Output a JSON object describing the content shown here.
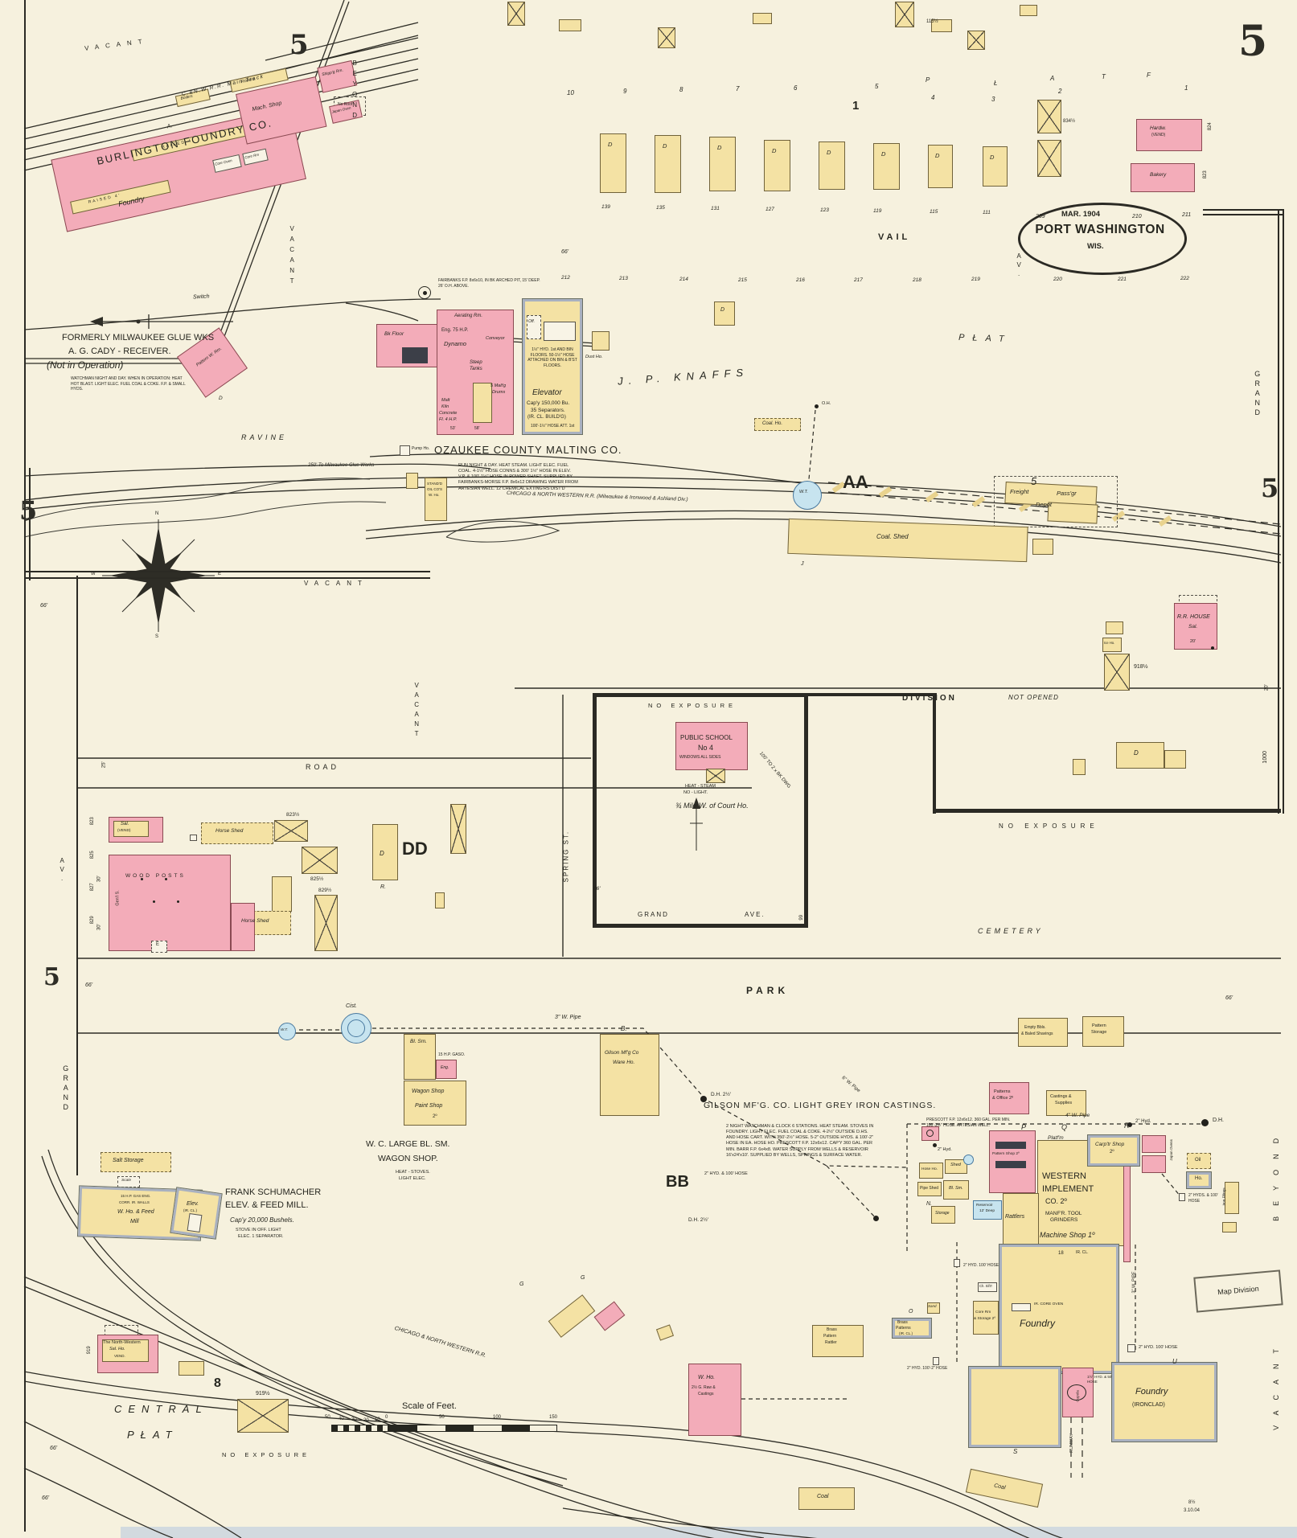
{
  "sheet": {
    "number": "5",
    "page_note": "8½",
    "date_note": "3.10.04"
  },
  "title": {
    "num_left": "209",
    "date": "MAR. 1904",
    "num_right": "210",
    "num_far": "211",
    "city": "PORT WASHINGTON",
    "state": "WIS."
  },
  "compass": {
    "n": "N",
    "e": "E",
    "s": "S",
    "w": "W"
  },
  "streets": {
    "vail": "VAIL",
    "division": "DIVISION",
    "not_opened": "NOT OPENED",
    "road": "ROAD",
    "park": "PARK",
    "spring": "SPRING ST.",
    "grand": "GRAND",
    "ave": "AVE.",
    "av": "AV.",
    "ravine": "RAVINE",
    "cemetery": "CEMETERY",
    "vacant": "VACANT",
    "beyond": "BEYOND",
    "no_exposure": "NO EXPOSURE"
  },
  "dims": {
    "d66": "66'",
    "d25": "25'",
    "d30": "30'",
    "d20": "20'",
    "d99": "99",
    "d1000": "1000"
  },
  "rr": {
    "main_track": "C.&N.W.R.R. Main Track",
    "switch": "Switch",
    "cnw_mid": "CHICAGO & NORTH WESTERN R.R. (Milwaukee & Ironwood & Ashland Div.)",
    "cnw_bottom": "CHICAGO & NORTH WESTERN R.R.",
    "to_glue": "250' To Milwaukee Glue Works",
    "aa": "AA",
    "bb": "BB",
    "dd": "DD",
    "wt": "W.T.",
    "cist": "Cist.",
    "freight": "Freight",
    "passgr": "Pass'gr",
    "depot": "Depot",
    "coal_shed": "Coal. Shed",
    "j": "J",
    "oh": "O.H.",
    "dh": "D.H.",
    "dh25": "D.H. 2½'"
  },
  "burlington": {
    "name": "BURLINGTON FOUNDRY CO.",
    "foundry": "Foundry",
    "a": "A.",
    "mach": "Mach. Shop",
    "rollers": "Rollers",
    "boilers": "Boilers",
    "shippg": "Shipp'g Rm.",
    "japan": "Japan Oven",
    "core_oven": "Core Oven",
    "core_rm": "Core Rm",
    "raised": "RAISED 4'",
    "no_roof": "No Roof"
  },
  "glue": {
    "l1": "FORMERLY MILWAUKEE GLUE WKS",
    "l2": "A. G. CADY - RECEIVER.",
    "l3": "(Not in Operation)",
    "note": "WATCHMAN NIGHT AND DAY. WHEN IN OPERATION: HEAT HOT BLAST. LIGHT ELEC. FUEL COAL & COKE. F.P. & SMALL HYDS.",
    "pattern": "Pattern W. Rm.",
    "d": "D"
  },
  "malting": {
    "name": "OZAUKEE COUNTY MALTING CO.",
    "note": "RUN NIGHT & DAY. HEAT STEAM. LIGHT ELEC. FUEL COAL. 4-1½\" HOSE CONNS & 300' 1½\" HOSE IN ELEV. V.P. & 100'-1½\" HOSE IN POWER SHAFT. SUPPLIED BY FAIRBANKS-MORSE F.P. 8x6x12 DRAWING WATER FROM ARTESIAN WELL. 12 CHEMICAL EXTING'RS DIST'D",
    "fairbanks": "FAIRBANKS F.P. 8x6x10, IN BK ARCHED PIT, 15' DEEP. 26' O.H. ABOVE.",
    "bk_floor": "Bk Floor",
    "eng": "Eng. 75 H.P.",
    "dynamo": "Dynamo",
    "aerating": "Aerating Rm.",
    "conveyor": "Conveyor",
    "steep1": "Steep",
    "steep2": "Tanks",
    "drums1": "5 Malt'g",
    "drums2": "Drums",
    "kiln1": "Malt",
    "kiln2": "Kiln",
    "kiln3": "Concrete",
    "kiln4": "Fl. 4 H.P.",
    "d53": "53'",
    "d58": "58'",
    "off": "Off.",
    "hyd_note": "1½\" HYD. 1st AND BIN FLOORS. 50-1½\" HOSE ATTACHED ON BIN & B'ST FLOORS.",
    "elevator": "Elevator",
    "capy": "Cap'y 150,000 Bu.",
    "sep": "35 Separators.",
    "ircl": "(IR. CL. BUILD'G)",
    "hose": "100'-1½\" HOSE ATT. 1st",
    "dust": "Dust Ho.",
    "coal_ho": "Coal. Ho."
  },
  "knaffs": {
    "name": "J. P. KNAFFS",
    "plat": "PŁAT"
  },
  "oil": {
    "pump": "Pump Ho.",
    "l1": "STAND'D",
    "l2": "OIL CO'S",
    "l3": "W. Ho."
  },
  "rrhouse": {
    "name": "R.R. HOUSE",
    "sal": "Sal.",
    "ice": "Ice Ho.",
    "n918": "918½"
  },
  "school": {
    "name": "PUBLIC SCHOOL",
    "no": "No 4",
    "windows": "WINDOWS ALL SIDES",
    "heat": "HEAT - STEAM",
    "light": "NO - LIGHT.",
    "mile": "¾ Mile W. of Court Ho.",
    "dwg": "100' TO 2 x BK DWG"
  },
  "horse": {
    "sal1": "Sal.",
    "sal2": "(VEND)",
    "shed": "Horse Shed",
    "wood": "WOOD POSTS",
    "genl": "Gen'l S.",
    "e": "E",
    "d": "D",
    "r": "R.",
    "n823": "823½",
    "n825": "825½",
    "n829": "829½",
    "s823": "823",
    "s825": "825",
    "s827": "827",
    "s829": "829"
  },
  "park_area": {
    "pipe3": "3\" W. Pipe",
    "pipe4": "4\" W. Pipe",
    "pipe6": "6\" W. Pipe",
    "empty1": "Empty Bbls.",
    "empty2": "& Baled Shavings",
    "ps1": "Pattern",
    "ps2": "Storage"
  },
  "wagon": {
    "bl_sm": "Bl. Sm.",
    "gaso": "15 H.P. GASO.",
    "eng": "Eng.",
    "shop": "Wagon Shop",
    "paint": "Paint Shop",
    "deg2": "2º",
    "n1": "W. C. LARGE BL. SM.",
    "n2": "WAGON SHOP.",
    "n3": "HEAT - STOVES.",
    "n4": "LIGHT ELEC."
  },
  "gilson": {
    "ware1": "Gilson Mf'g Co",
    "ware2": "Ware Ho.",
    "b": "B.",
    "headline": "GILSON MF'G. CO. LIGHT GREY IRON CASTINGS.",
    "note": "2 NIGHT WATCHMAN & CLOCK 6 STATIONS. HEAT STEAM. STOVES IN FOUNDRY. LIGHT ELEC. FUEL COAL & COKE. 4-2½\" OUTSIDE D.HS. AND HOSE CART. WITH 350'-2½\" HOSE. 5-2\" OUTSIDE HYDS. & 100'-2\" HOSE IN EA. HOSE HO. PRESCOTT F.P. 12x6x12. CAP'Y 360 GAL. PER MIN. BARR F.P. 6x4x8. WATER SUPPLY FROM WELLS & RESERVOIR 16'x24'x10'. SUPPLIED BY WELLS, SPRINGS & SURFACE WATER."
  },
  "impl": {
    "po1": "Patterns",
    "po2": "& Office 2º",
    "cs1": "Castings &",
    "cs2": "Supplies",
    "hyd2": "2\" Hyd.",
    "p": "P",
    "q": "Q",
    "r": "R",
    "prescott": "PRESCOTT F.P. 12x6x12. 360 GAL. PER MIN. 100'-2½\" HOSE. ARTESIAN WELL.",
    "pattern_shop": "Pattern Shop 2º",
    "platfm": "Platf'm",
    "carptr": "Carp'tr Shop",
    "deg2": "2º",
    "japan": "Japan Ovens",
    "w1": "WESTERN",
    "w2": "IMPLEMENT",
    "w3": "CO. 2º",
    "w4": "MANF'R. TOOL",
    "w5": "GRINDERS",
    "machine": "Machine Shop 1º",
    "oil1": "Oil",
    "oil2": "Ho.",
    "iron": "Iron Filings",
    "hyds": "2\" HYDS. & 100' HOSE",
    "rattlers": "Rattlers",
    "reservoir1": "Reservoir",
    "reservoir2": "12' Deep",
    "hose_ho": "Hose Ho.",
    "pipe_shed": "Pipe Shed",
    "bl_sm": "Bl. Sm.",
    "shed": "Shed",
    "n": "N.",
    "storage": "Storage",
    "n18": "18",
    "ircl": "IR. CL.",
    "hyd100": "2\" HYD. & 100' HOSE"
  },
  "fdy": {
    "sand": "Sand",
    "brass1": "Brass",
    "brass2": "Patterns",
    "ircl": "(IR. CL.)",
    "o": "O",
    "core1": "Core Rm",
    "core2": "& Storage 2º",
    "sifter": "Ch. Sift'r",
    "ir_core": "IR. CORE OVEN",
    "foundry": "Foundry",
    "cupola": "Cupola",
    "ironclad": "(IRONCLAD)",
    "runway": "RUNWAY",
    "u": "U",
    "s": "S",
    "hyd_a": "2\" HYD. 100' HOSE",
    "hyd_b": "2\" HYD. 100'-2\" HOSE",
    "hyd_c": "1½\" HYD. & 50' HOSE",
    "pipe3": "3\" W. PIPE",
    "br1": "Brass",
    "br2": "Pattern",
    "br3": "Rattler",
    "coal": "Coal",
    "who1": "W. Ho.",
    "who2": "2½ G. Raw &",
    "who3": "Castings",
    "g": "G",
    "stamp": "Map Division"
  },
  "schu": {
    "salt": "Salt Storage",
    "scale": "Scale",
    "gas": "15 H.P. GAS ENG.",
    "corr": "CORR. IR. WALLS",
    "mill1": "W. Ho. & Feed",
    "mill2": "Mill",
    "elev": "Elev.",
    "ircl": "(IR. CL.)",
    "n1": "FRANK SCHUMACHER",
    "n2": "ELEV. & FEED MILL.",
    "capy": "Cap'y 20,000 Bushels.",
    "note1": "STOVE IN OFF. LIGHT",
    "note2": "ELEC. 1 SEPARATOR."
  },
  "central": {
    "nw1": "The North-Western",
    "nw2": "Sal. Ho.",
    "nw3": "VEND.",
    "n8": "8",
    "n919h": "919½",
    "n919v": "919",
    "c": "CENTRAL",
    "p": "PŁAT"
  },
  "scalebar": {
    "label": "Scale of Feet.",
    "t50": "50",
    "t40": "40",
    "t30": "30",
    "t20": "20",
    "t10": "10",
    "t0": "0",
    "m50": "50",
    "m100": "100",
    "m150": "150"
  },
  "lots": {
    "d": "D",
    "nums": [
      "139",
      "135",
      "131",
      "127",
      "123",
      "119",
      "115",
      "111"
    ],
    "plat": [
      "10",
      "9",
      "8",
      "7",
      "6",
      "5",
      "4",
      "3",
      "2",
      "1"
    ],
    "letters": [
      "P",
      "Ł",
      "A",
      "T",
      "F"
    ],
    "block": "1",
    "n115": "115½",
    "n834": "834½",
    "n824": "824",
    "n823": "823",
    "hardw1": "Hardw.",
    "hardw2": "(VEND)",
    "bakery": "Bakery",
    "row2": [
      "212",
      "213",
      "214",
      "215",
      "216",
      "217",
      "218",
      "219",
      "220",
      "221",
      "222"
    ],
    "n5": "5"
  }
}
